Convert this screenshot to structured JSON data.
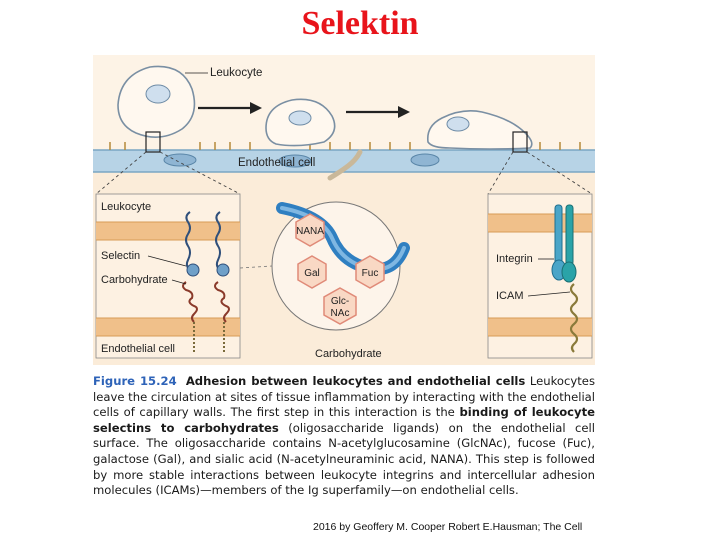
{
  "title": "Selektin",
  "figure": {
    "top_labels": {
      "leukocyte": "Leukocyte",
      "endothelial_cell": "Endothelial cell"
    },
    "left_panel": {
      "leukocyte": "Leukocyte",
      "selectin": "Selectin",
      "carbohydrate": "Carbohydrate",
      "endothelial_cell": "Endothelial cell"
    },
    "center_panel": {
      "nana": "NANA",
      "gal": "Gal",
      "fuc": "Fuc",
      "glcnac_line1": "Glc-",
      "glcnac_line2": "NAc",
      "carbohydrate": "Carbohydrate"
    },
    "right_panel": {
      "integrin": "Integrin",
      "icam": "ICAM"
    },
    "colors": {
      "title": "#e8141b",
      "figure_number": "#2e63b8",
      "background_tint": "#fbecd9",
      "membrane_orange": "#f0c08a",
      "endothelium_blue": "#b7d3e6",
      "selectin_blue": "#2f7fc1",
      "integrin_teal": "#2aa3a8",
      "icam_olive": "#8a7a3a",
      "hexagon_fill": "#f9d8c4",
      "hexagon_stroke": "#e08a78"
    }
  },
  "caption": {
    "fig_num": "Figure 15.24",
    "heading": "Adhesion between leukocytes and endothelial cells",
    "s1": " Leukocytes leave the circulation at sites of tissue inflammation by interacting with the endothelial cells of capillary walls. The first step in this interaction is the ",
    "bold1": "binding of leukocyte selectins to carbohydrates",
    "s2": " (oligosaccharide ligands) on the endothelial cell surface. The oligosaccharide contains ",
    "glc": "N-acetylglucosamine (GlcNAc), fucose (Fuc), galactose (Gal), and sialic acid (N-acetylneuraminic acid, NANA).",
    "s3": " This step is followed by more stable interactions between leukocyte integrins and intercellular adhesion molecules (ICAMs)—members of the Ig superfamily—on endothelial cells."
  },
  "credit": "2016 by Geoffery M. Cooper Robert E.Hausman; The Cell"
}
